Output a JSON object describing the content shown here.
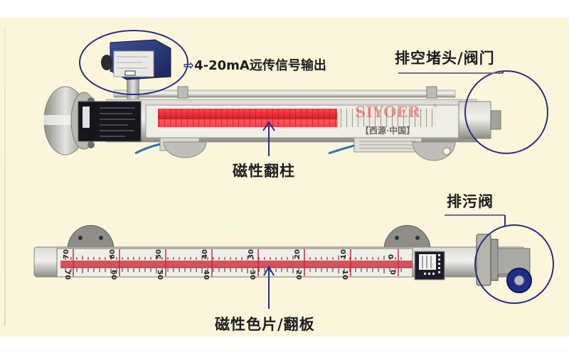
{
  "diagram": {
    "title": "Magnetic flap level gauge components",
    "colors": {
      "background": "#fbf5dc",
      "annotation": "#2e2f7a",
      "indicator_red": "#e8353f",
      "scale_red": "#c8283a",
      "steel": "#a9a8a2"
    },
    "top_gauge": {
      "brand_watermark": "SIYOER",
      "brand_registered": "®",
      "brand_sub": "【西源·中国】"
    },
    "bottom_gauge": {
      "upper_scale_ticks": [
        "70",
        "60",
        "50",
        "40",
        "30",
        "20",
        "10",
        "0"
      ],
      "lower_scale_ticks": [
        "70",
        "60",
        "50",
        "40",
        "30",
        "20",
        "10",
        "0"
      ]
    },
    "annotations": [
      {
        "id": "transmitter",
        "text": "4-20mA远传信号输出",
        "arrow": "⇨"
      },
      {
        "id": "vent-plug",
        "text": "排空堵头/阀门"
      },
      {
        "id": "magnetic-flap-column",
        "text": "磁性翻柱"
      },
      {
        "id": "drain-valve",
        "text": "排污阀"
      },
      {
        "id": "magnetic-color-flap",
        "text": "磁性色片/翻板"
      }
    ]
  }
}
